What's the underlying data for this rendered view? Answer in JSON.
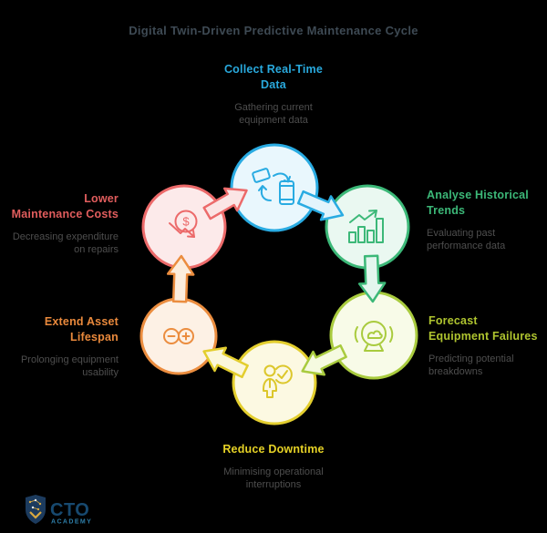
{
  "title": "Digital Twin-Driven Predictive Maintenance Cycle",
  "nodes": {
    "collect": {
      "heading": "Collect Real-Time\nData",
      "description": "Gathering current\nequipment data",
      "color": "#29ABE2",
      "icon": "sync-devices-icon"
    },
    "analyse": {
      "heading": "Analyse Historical\nTrends",
      "description": "Evaluating past\nperformance data",
      "color": "#3CB878",
      "icon": "bar-chart-trend-icon"
    },
    "forecast": {
      "heading": "Forecast\nEquipment Failures",
      "description": "Predicting potential\nbreakdowns",
      "color": "#ADC93C",
      "icon": "crystal-ball-icon"
    },
    "reduce": {
      "heading": "Reduce Downtime",
      "description": "Minimising operational\ninterruptions",
      "color": "#E5D02D",
      "icon": "person-check-icon"
    },
    "extend": {
      "heading": "Extend Asset\nLifespan",
      "description": "Prolonging equipment\nusability",
      "color": "#EB8D3F",
      "icon": "infinity-plus-minus-icon"
    },
    "lower": {
      "heading": "Lower\nMaintenance Costs",
      "description": "Decreasing expenditure\non repairs",
      "color": "#EC6A6A",
      "icon": "dollar-decrease-icon",
      "currency_symbol": "$"
    }
  },
  "flow_order": [
    "collect",
    "analyse",
    "forecast",
    "reduce",
    "extend",
    "lower"
  ],
  "logo": {
    "name": "CTO",
    "subtitle": "ACADEMY"
  },
  "palette": {
    "background": "#000000",
    "title_text": "#3E4A54",
    "description_text": "#4E4E4E",
    "collect_blue": "#29ABE2",
    "analyse_green": "#3CB878",
    "forecast_lime": "#ADC93C",
    "reduce_yellow": "#E5D02D",
    "extend_orange": "#EB8D3F",
    "lower_red": "#EC6A6A",
    "logo_navy": "#1C3B5E",
    "logo_gold": "#D9A940",
    "logo_cto_blue": "#17496F",
    "logo_academy_blue": "#2E7EA8"
  }
}
